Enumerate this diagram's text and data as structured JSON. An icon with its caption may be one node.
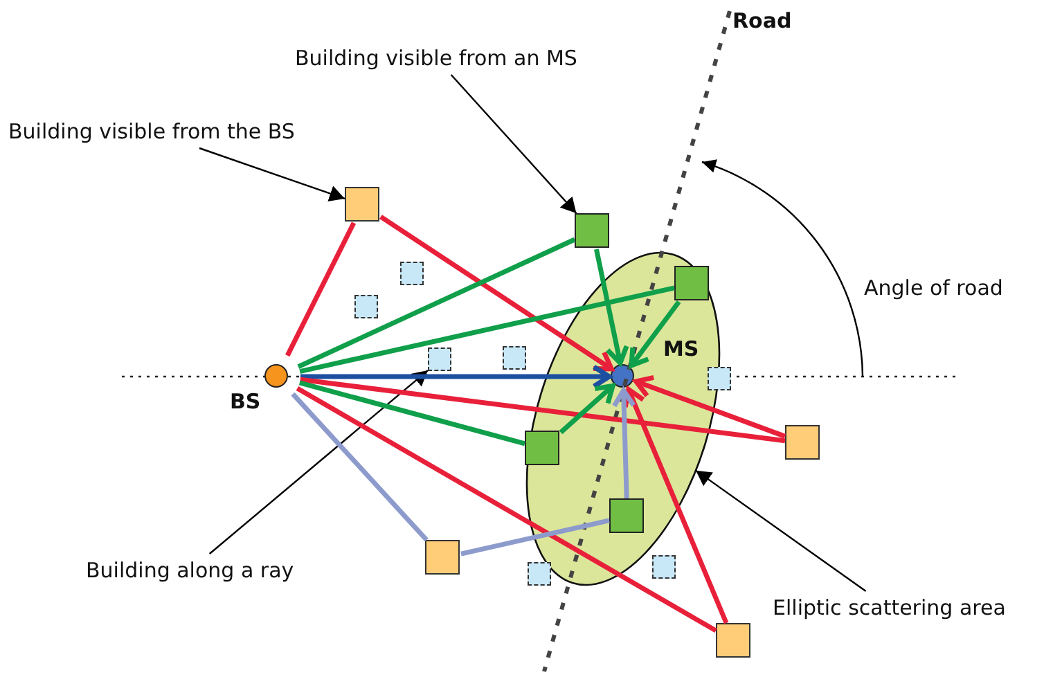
{
  "diagram": {
    "nodes": [
      {
        "text": [
          "Building visible from an MS"
        ]
      },
      {
        "text": [
          "Building visible from the BS"
        ]
      },
      {
        "text": [],
        "shape": "box"
      },
      {
        "text": [],
        "shape": "box"
      },
      {
        "text": [],
        "shape": "box"
      },
      {
        "text": [],
        "shape": "ellipse"
      },
      {
        "text": [],
        "shape": "box",
        "in": 5
      },
      {
        "text": [],
        "shape": "box"
      },
      {
        "text": [
          "BS"
        ]
      },
      {
        "text": [],
        "shape": "box"
      },
      {
        "text": [],
        "shape": "box"
      },
      {
        "text": [
          "MS"
        ],
        "in": 5
      },
      {
        "text": [],
        "shape": "box"
      },
      {
        "text": [],
        "shape": "box"
      },
      {
        "text": [],
        "shape": "box",
        "in": 5
      },
      {
        "text": [
          "Elliptic scattering area"
        ]
      },
      {
        "text": [],
        "shape": "box",
        "in": 5
      },
      {
        "text": [],
        "shape": "box"
      },
      {
        "text": [],
        "shape": "box"
      },
      {
        "text": [],
        "shape": "box"
      },
      {
        "text": [
          "Building along a ray"
        ]
      },
      {
        "text": [],
        "shape": "box"
      }
    ],
    "edges": [
      {
        "from": 0,
        "to": 3,
        "arrow": "to",
        "color": "#000000"
      },
      {
        "from": 1,
        "to": 2,
        "arrow": "to",
        "color": "#000000"
      },
      {
        "from": 20,
        "to": 9,
        "arrow": "to",
        "color": "#000000"
      },
      {
        "from": 15,
        "to": 5,
        "arrow": "to",
        "color": "#000000"
      },
      {
        "from": 8,
        "to": 2,
        "arrow": "none",
        "color": "#e8203a"
      },
      {
        "from": 2,
        "to": 11,
        "arrow": "to",
        "color": "#e8203a"
      },
      {
        "from": 8,
        "to": 3,
        "arrow": "none",
        "color": "#109f4a"
      },
      {
        "from": 3,
        "to": 11,
        "arrow": "to",
        "color": "#109f4a"
      },
      {
        "from": 8,
        "to": 6,
        "arrow": "none",
        "color": "#109f4a"
      },
      {
        "from": 6,
        "to": 11,
        "arrow": "to",
        "color": "#109f4a"
      },
      {
        "from": 8,
        "to": 11,
        "arrow": "to",
        "color": "#1c4fa0"
      },
      {
        "from": 8,
        "to": 13,
        "arrow": "none",
        "color": "#e8203a"
      },
      {
        "from": 13,
        "to": 11,
        "arrow": "to",
        "color": "#e8203a"
      },
      {
        "from": 8,
        "to": 14,
        "arrow": "none",
        "color": "#109f4a"
      },
      {
        "from": 14,
        "to": 11,
        "arrow": "to",
        "color": "#109f4a"
      },
      {
        "from": 8,
        "to": 21,
        "arrow": "none",
        "color": "#e8203a"
      },
      {
        "from": 21,
        "to": 11,
        "arrow": "to",
        "color": "#e8203a"
      },
      {
        "from": 8,
        "to": 17,
        "arrow": "none",
        "color": "#8d9bcc"
      },
      {
        "from": 17,
        "to": 16,
        "arrow": "none",
        "color": "#8d9bcc"
      },
      {
        "from": 16,
        "to": 11,
        "arrow": "to",
        "color": "#8d9bcc"
      }
    ],
    "labels": [
      "Road",
      "Angle of road"
    ]
  }
}
